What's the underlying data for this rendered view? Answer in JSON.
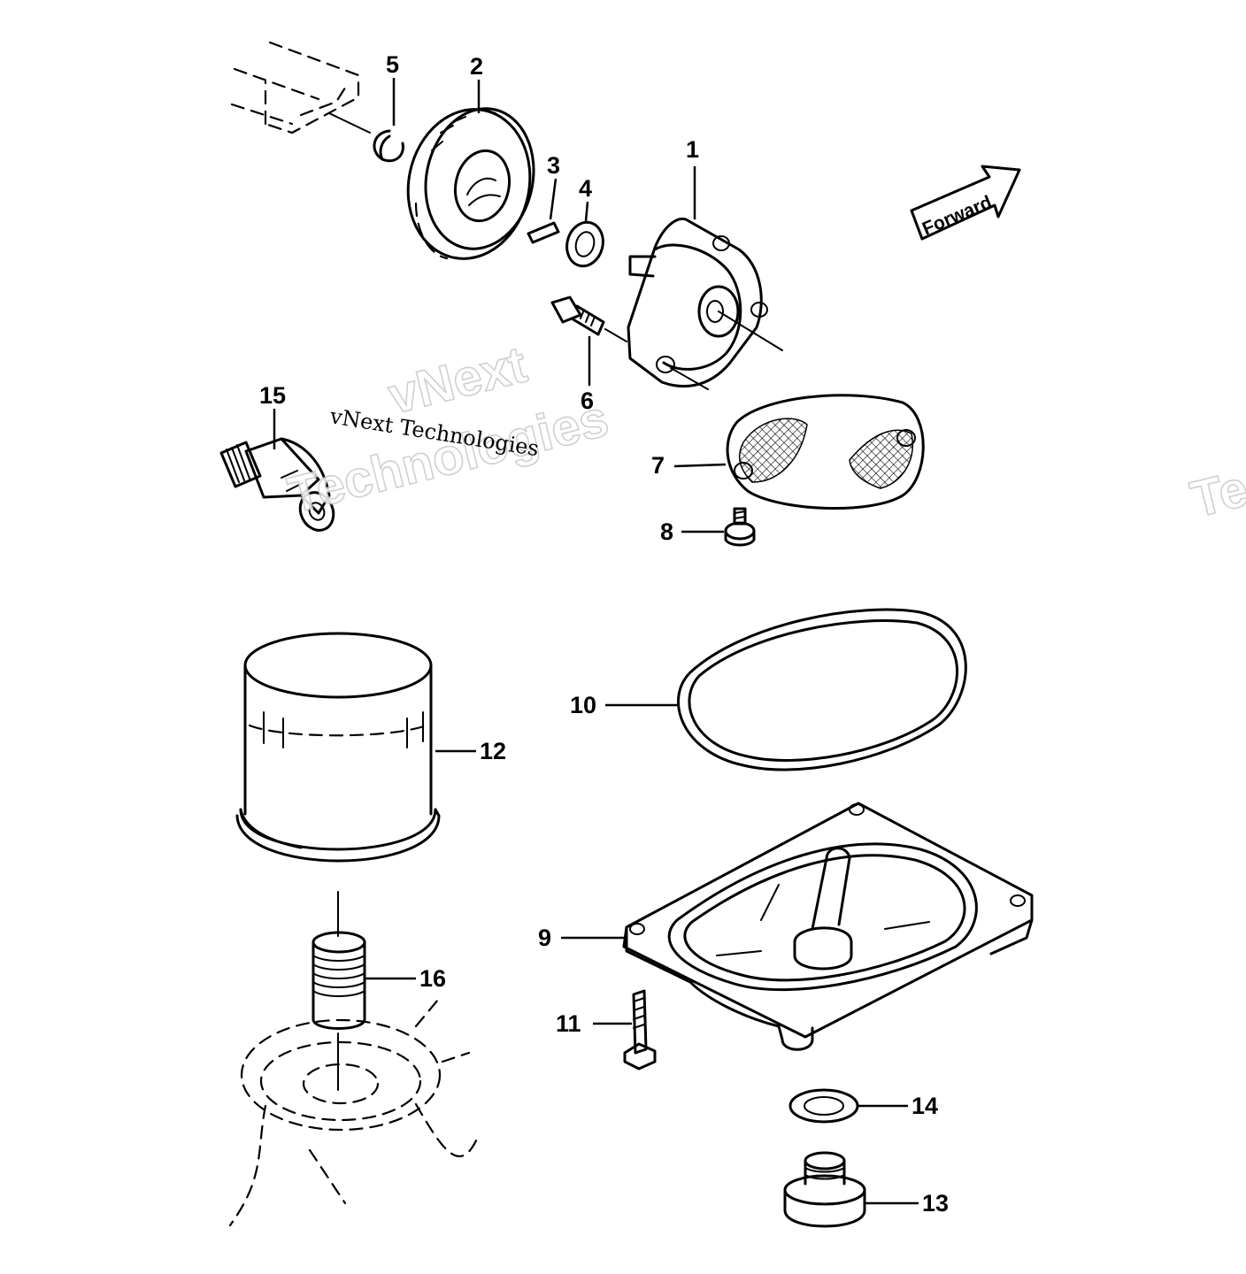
{
  "watermarks": {
    "brand_large_1": "vNext",
    "brand_large_2": "Technologies",
    "brand_line": "vNext Technologies",
    "edge_fragment": "Te"
  },
  "direction_arrow": {
    "text": "Forward"
  },
  "callouts": [
    {
      "id": "1",
      "text": "1"
    },
    {
      "id": "2",
      "text": "2"
    },
    {
      "id": "3",
      "text": "3"
    },
    {
      "id": "4",
      "text": "4"
    },
    {
      "id": "5",
      "text": "5"
    },
    {
      "id": "6",
      "text": "6"
    },
    {
      "id": "7",
      "text": "7"
    },
    {
      "id": "8",
      "text": "8"
    },
    {
      "id": "9",
      "text": "9"
    },
    {
      "id": "10",
      "text": "10"
    },
    {
      "id": "11",
      "text": "11"
    },
    {
      "id": "12",
      "text": "12"
    },
    {
      "id": "13",
      "text": "13"
    },
    {
      "id": "14",
      "text": "14"
    },
    {
      "id": "15",
      "text": "15"
    },
    {
      "id": "16",
      "text": "16"
    }
  ]
}
